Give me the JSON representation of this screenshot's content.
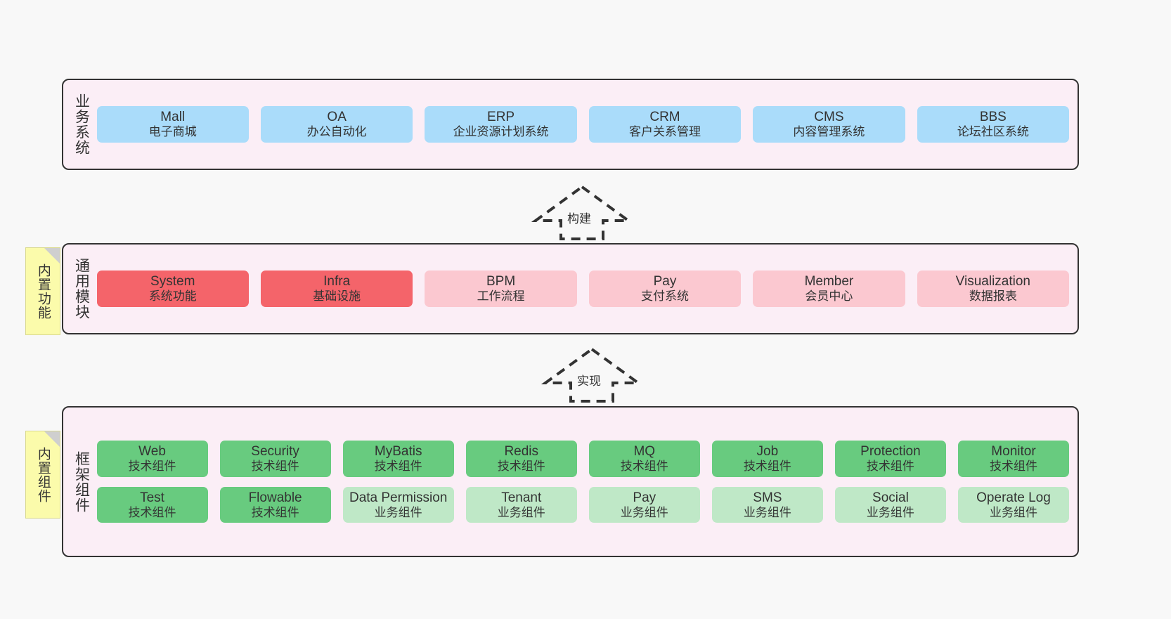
{
  "diagram": {
    "background_color": "#f8f8f8",
    "panel_color": "#fbeef6",
    "panel_border_color": "#333333",
    "note_color": "#fbfbab"
  },
  "layers": [
    {
      "id": "business-system",
      "title": "业务系统",
      "note": null,
      "rows": [
        {
          "color": "#aadcfa",
          "variant": "c-blue",
          "cards": [
            {
              "name": "Mall",
              "desc": "电子商城"
            },
            {
              "name": "OA",
              "desc": "办公自动化"
            },
            {
              "name": "ERP",
              "desc": "企业资源计划系统"
            },
            {
              "name": "CRM",
              "desc": "客户关系管理"
            },
            {
              "name": "CMS",
              "desc": "内容管理系统"
            },
            {
              "name": "BBS",
              "desc": "论坛社区系统"
            }
          ]
        }
      ]
    },
    {
      "id": "common-module",
      "title": "通用模块",
      "note": "内置功能",
      "rows": [
        {
          "cards": [
            {
              "name": "System",
              "desc": "系统功能",
              "variant": "c-red",
              "color": "#f4646a"
            },
            {
              "name": "Infra",
              "desc": "基础设施",
              "variant": "c-red",
              "color": "#f4646a"
            },
            {
              "name": "BPM",
              "desc": "工作流程",
              "variant": "c-pink",
              "color": "#fbc8d0"
            },
            {
              "name": "Pay",
              "desc": "支付系统",
              "variant": "c-pink",
              "color": "#fbc8d0"
            },
            {
              "name": "Member",
              "desc": "会员中心",
              "variant": "c-pink",
              "color": "#fbc8d0"
            },
            {
              "name": "Visualization",
              "desc": "数据报表",
              "variant": "c-pink",
              "color": "#fbc8d0"
            }
          ]
        }
      ]
    },
    {
      "id": "framework-component",
      "title": "框架组件",
      "note": "内置组件",
      "rows": [
        {
          "cards": [
            {
              "name": "Web",
              "desc": "技术组件",
              "variant": "c-green",
              "color": "#68cb7f"
            },
            {
              "name": "Security",
              "desc": "技术组件",
              "variant": "c-green",
              "color": "#68cb7f"
            },
            {
              "name": "MyBatis",
              "desc": "技术组件",
              "variant": "c-green",
              "color": "#68cb7f"
            },
            {
              "name": "Redis",
              "desc": "技术组件",
              "variant": "c-green",
              "color": "#68cb7f"
            },
            {
              "name": "MQ",
              "desc": "技术组件",
              "variant": "c-green",
              "color": "#68cb7f"
            },
            {
              "name": "Job",
              "desc": "技术组件",
              "variant": "c-green",
              "color": "#68cb7f"
            },
            {
              "name": "Protection",
              "desc": "技术组件",
              "variant": "c-green",
              "color": "#68cb7f"
            },
            {
              "name": "Monitor",
              "desc": "技术组件",
              "variant": "c-green",
              "color": "#68cb7f"
            }
          ]
        },
        {
          "cards": [
            {
              "name": "Test",
              "desc": "技术组件",
              "variant": "c-green",
              "color": "#68cb7f"
            },
            {
              "name": "Flowable",
              "desc": "技术组件",
              "variant": "c-green",
              "color": "#68cb7f"
            },
            {
              "name": "Data Permission",
              "desc": "业务组件",
              "variant": "c-lightgreen",
              "color": "#bfe8c7"
            },
            {
              "name": "Tenant",
              "desc": "业务组件",
              "variant": "c-lightgreen",
              "color": "#bfe8c7"
            },
            {
              "name": "Pay",
              "desc": "业务组件",
              "variant": "c-lightgreen",
              "color": "#bfe8c7"
            },
            {
              "name": "SMS",
              "desc": "业务组件",
              "variant": "c-lightgreen",
              "color": "#bfe8c7"
            },
            {
              "name": "Social",
              "desc": "业务组件",
              "variant": "c-lightgreen",
              "color": "#bfe8c7"
            },
            {
              "name": "Operate Log",
              "desc": "业务组件",
              "variant": "c-lightgreen",
              "color": "#bfe8c7"
            }
          ]
        }
      ]
    }
  ],
  "arrows": [
    {
      "id": "arrow-build",
      "label": "构建"
    },
    {
      "id": "arrow-implement",
      "label": "实现"
    }
  ]
}
